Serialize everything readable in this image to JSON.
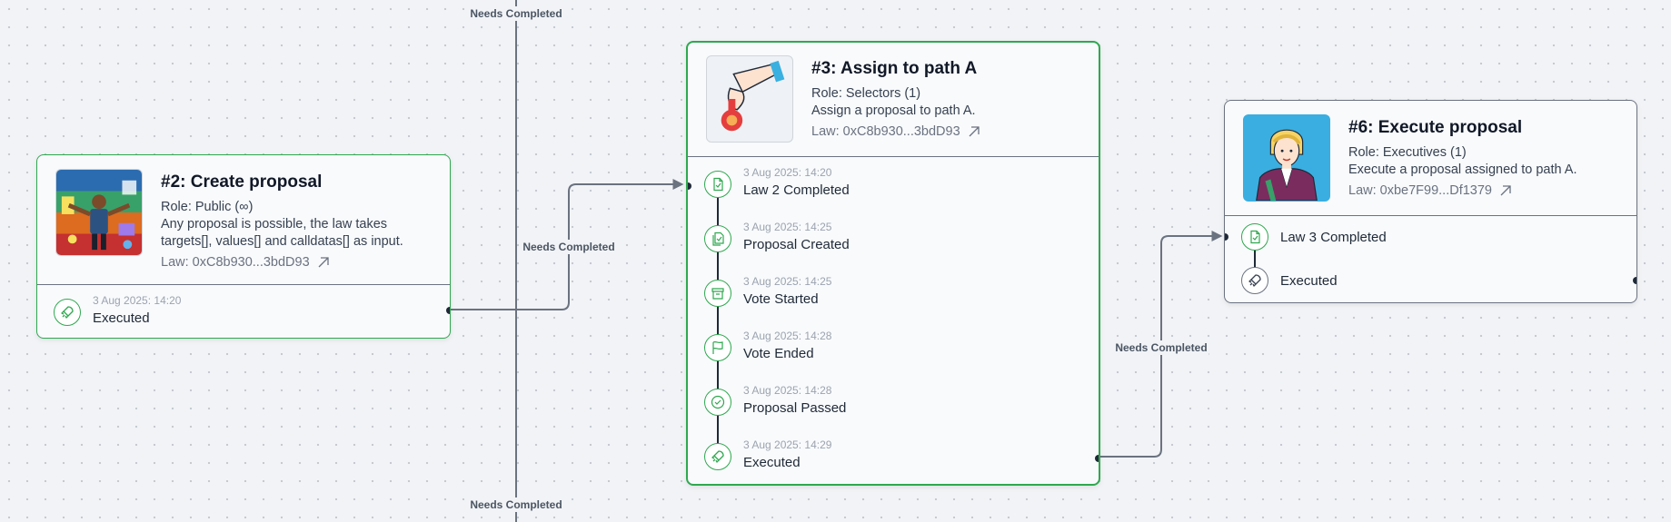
{
  "edge_labels": {
    "top": "Needs Completed",
    "mid_left": "Needs Completed",
    "mid_right": "Needs Completed",
    "bottom": "Needs Completed"
  },
  "nodes": {
    "create": {
      "title": "#2: Create proposal",
      "role": "Role: Public (∞)",
      "description": "Any proposal is possible, the law takes targets[], values[] and calldatas[] as input.",
      "law": "Law: 0xC8b930...3bdD93",
      "border_color": "#2fa84f",
      "steps": [
        {
          "icon": "rocket-icon",
          "date": "3 Aug 2025: 14:20",
          "label": "Executed"
        }
      ]
    },
    "assign": {
      "title": "#3: Assign to path A",
      "role": "Role: Selectors (1)",
      "description": "Assign a proposal to path A.",
      "law": "Law: 0xC8b930...3bdD93",
      "border_color": "#2fa84f",
      "steps": [
        {
          "icon": "file-check-icon",
          "date": "3 Aug 2025: 14:20",
          "label": "Law 2 Completed"
        },
        {
          "icon": "files-icon",
          "date": "3 Aug 2025: 14:25",
          "label": "Proposal Created"
        },
        {
          "icon": "archive-icon",
          "date": "3 Aug 2025: 14:25",
          "label": "Vote Started"
        },
        {
          "icon": "flag-icon",
          "date": "3 Aug 2025: 14:28",
          "label": "Vote Ended"
        },
        {
          "icon": "check-circle-icon",
          "date": "3 Aug 2025: 14:28",
          "label": "Proposal Passed"
        },
        {
          "icon": "rocket-icon",
          "date": "3 Aug 2025: 14:29",
          "label": "Executed"
        }
      ]
    },
    "execute": {
      "title": "#6: Execute proposal",
      "role": "Role: Executives (1)",
      "description": "Execute a proposal assigned to path A.",
      "law": "Law: 0xbe7F99...Df1379",
      "border_color": "#6b7280",
      "steps": [
        {
          "icon": "file-check-icon",
          "label": "Law 3 Completed"
        },
        {
          "icon": "rocket-icon",
          "label": "Executed"
        }
      ]
    }
  },
  "colors": {
    "done": "#2fa84f",
    "pending": "#6b7280",
    "edge": "#6b7280"
  }
}
